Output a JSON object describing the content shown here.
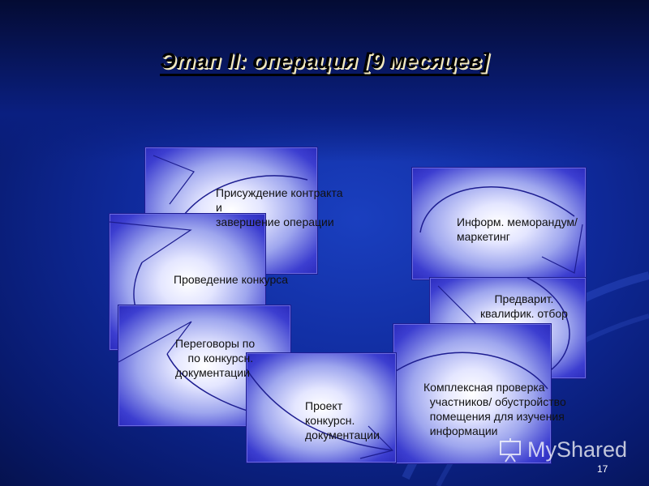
{
  "title": "Этап II: операция [9 месяцев]",
  "steps": {
    "award": "Присуждение контракта\nи\nзавершение операции",
    "tender": "Проведение конкурса",
    "negotiations": "Переговоры по\n    по конкурсн.\nдокументации",
    "draft_docs": "Проект\nконкурсн.\nдокументации",
    "due_diligence": "Комплексная проверка\n  участников/ обустройство\n  помещения для изучения\n  информации",
    "info_memo": "Информ. меморандум/\nмаркетинг",
    "prequal": "Предварит.\nквалифик. отбор"
  },
  "watermark": "MyShared",
  "page_number": "17",
  "colors": {
    "background": "#0f2a9c",
    "box_edge": "#2b2bbd",
    "title_shadow": "#f2e9c0"
  }
}
